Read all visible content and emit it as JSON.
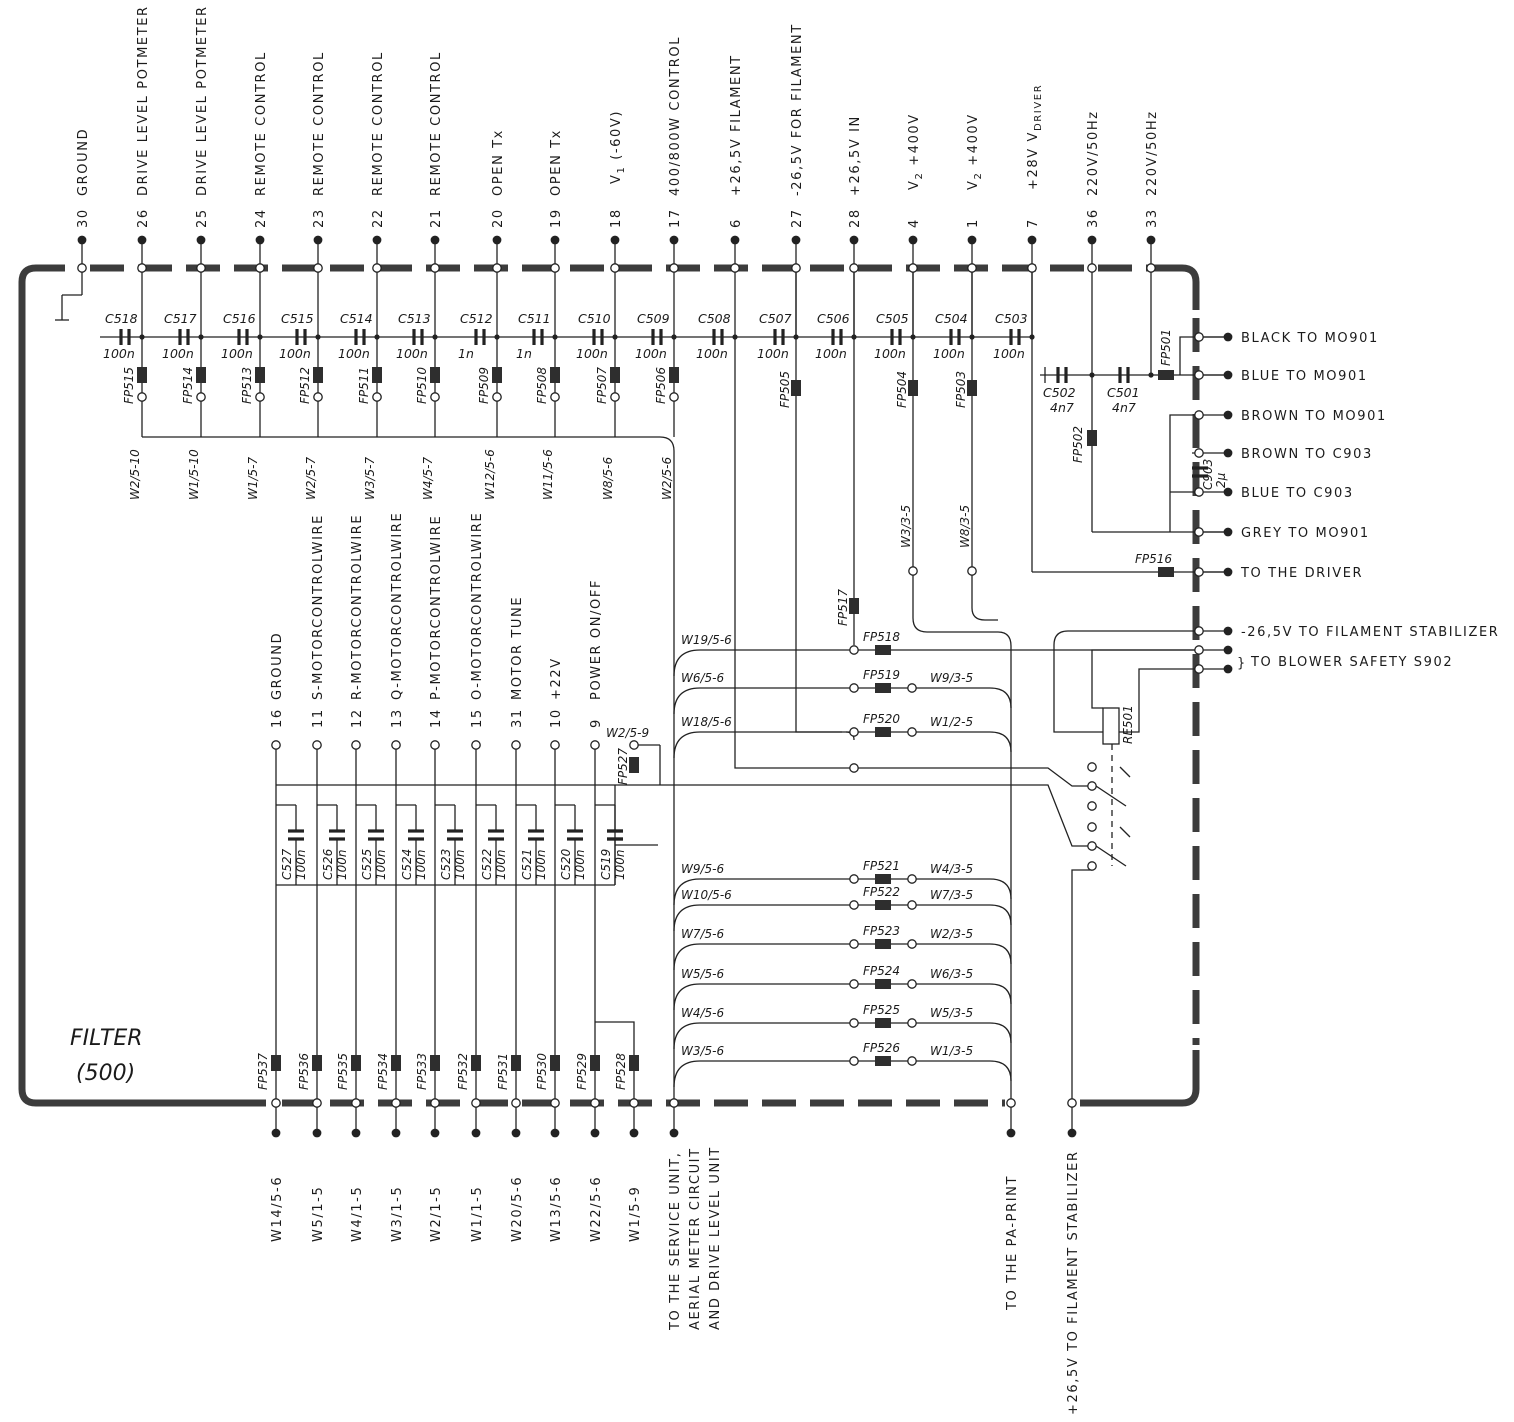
{
  "block": {
    "title": "FILTER",
    "number": "(500)"
  },
  "top_pins": [
    {
      "pin": "30",
      "label": "GROUND",
      "cap": "",
      "capval": "",
      "fp": "",
      "wire": ""
    },
    {
      "pin": "26",
      "label": "DRIVE  LEVEL  POTMETER",
      "cap": "C518",
      "capval": "100n",
      "fp": "FP515",
      "wire": "W2/5-10"
    },
    {
      "pin": "25",
      "label": "DRIVE  LEVEL  POTMETER",
      "cap": "C517",
      "capval": "100n",
      "fp": "FP514",
      "wire": "W1/5-10"
    },
    {
      "pin": "24",
      "label": "REMOTE  CONTROL",
      "cap": "C516",
      "capval": "100n",
      "fp": "FP513",
      "wire": "W1/5-7"
    },
    {
      "pin": "23",
      "label": "REMOTE  CONTROL",
      "cap": "C515",
      "capval": "100n",
      "fp": "FP512",
      "wire": "W2/5-7"
    },
    {
      "pin": "22",
      "label": "REMOTE  CONTROL",
      "cap": "C514",
      "capval": "100n",
      "fp": "FP511",
      "wire": "W3/5-7"
    },
    {
      "pin": "21",
      "label": "REMOTE  CONTROL",
      "cap": "C513",
      "capval": "100n",
      "fp": "FP510",
      "wire": "W4/5-7"
    },
    {
      "pin": "20",
      "label": "OPEN  Tx",
      "cap": "C512",
      "capval": "1n",
      "fp": "FP509",
      "wire": "W12/5-6"
    },
    {
      "pin": "19",
      "label": "OPEN  Tx",
      "cap": "C511",
      "capval": "1n",
      "fp": "FP508",
      "wire": "W11/5-6"
    },
    {
      "pin": "18",
      "label": "VG1 (-60V)",
      "cap": "C510",
      "capval": "100n",
      "fp": "FP507",
      "wire": "W8/5-6"
    },
    {
      "pin": "17",
      "label": "400/800W  CONTROL",
      "cap": "C509",
      "capval": "100n",
      "fp": "FP506",
      "wire": "W2/5-6"
    },
    {
      "pin": "6",
      "label": "+26,5V  FILAMENT",
      "cap": "C508",
      "capval": "100n",
      "fp": "",
      "wire": ""
    },
    {
      "pin": "27",
      "label": "-26,5V  FOR  FILAMENT",
      "cap": "C507",
      "capval": "100n",
      "fp": "FP505",
      "wire": ""
    },
    {
      "pin": "28",
      "label": "+26,5V  IN",
      "cap": "C506",
      "capval": "100n",
      "fp": "",
      "wire": ""
    },
    {
      "pin": "4",
      "label": "VG2  +400V",
      "cap": "C505",
      "capval": "100n",
      "fp": "FP504",
      "wire": "W3/3-5"
    },
    {
      "pin": "1",
      "label": "VG2  +400V",
      "cap": "C504",
      "capval": "100n",
      "fp": "FP503",
      "wire": "W8/3-5"
    },
    {
      "pin": "7",
      "label": "+28V  VDRIVER",
      "cap": "C503",
      "capval": "100n",
      "fp": "",
      "wire": ""
    },
    {
      "pin": "36",
      "label": "220V/50Hz",
      "cap": "C502",
      "capval": "4n7",
      "fp": "FP502",
      "wire": ""
    },
    {
      "pin": "33",
      "label": "220V/50Hz",
      "cap": "C501",
      "capval": "4n7",
      "fp": "FP501",
      "wire": ""
    }
  ],
  "right_outputs": [
    "BLACK  TO  MO901",
    "BLUE  TO  MO901",
    "BROWN  TO  MO901",
    "BROWN  TO  C903",
    "BLUE  TO  C903",
    "GREY  TO  MO901",
    "TO  THE  DRIVER",
    "-26,5V  TO  FILAMENT  STABILIZER",
    "TO  BLOWER  SAFETY  S902"
  ],
  "right_parts": {
    "fp516": "FP516",
    "c903": "C903",
    "c903val": "2μ",
    "fp517": "FP517",
    "relay": "RE501"
  },
  "mid_pins": [
    {
      "pin": "16",
      "label": "GROUND",
      "cap": "C527",
      "capval": "100n",
      "fp": "FP537",
      "bottom": "W14/5-6"
    },
    {
      "pin": "11",
      "label": "S-MOTORCONTROLWIRE",
      "cap": "C526",
      "capval": "100n",
      "fp": "FP536",
      "bottom": "W5/1-5"
    },
    {
      "pin": "12",
      "label": "R-MOTORCONTROLWIRE",
      "cap": "C525",
      "capval": "100n",
      "fp": "FP535",
      "bottom": "W4/1-5"
    },
    {
      "pin": "13",
      "label": "Q-MOTORCONTROLWIRE",
      "cap": "C524",
      "capval": "100n",
      "fp": "FP534",
      "bottom": "W3/1-5"
    },
    {
      "pin": "14",
      "label": "P-MOTORCONTROLWIRE",
      "cap": "C523",
      "capval": "100n",
      "fp": "FP533",
      "bottom": "W2/1-5"
    },
    {
      "pin": "15",
      "label": "O-MOTORCONTROLWIRE",
      "cap": "C522",
      "capval": "100n",
      "fp": "FP532",
      "bottom": "W1/1-5"
    },
    {
      "pin": "31",
      "label": "MOTOR  TUNE",
      "cap": "C521",
      "capval": "100n",
      "fp": "FP531",
      "bottom": "W20/5-6"
    },
    {
      "pin": "10",
      "label": "+22V",
      "cap": "C520",
      "capval": "100n",
      "fp": "FP530",
      "bottom": "W13/5-6"
    },
    {
      "pin": "9",
      "label": "POWER  ON/OFF",
      "cap": "C519",
      "capval": "100n",
      "fp": "FP529",
      "bottom": "W22/5-6"
    },
    {
      "pin": "",
      "label": "",
      "cap": "",
      "capval": "",
      "fp": "FP528",
      "bottom": "W1/5-9"
    }
  ],
  "fp527": {
    "fp": "FP527",
    "wire": "W2/5-9"
  },
  "pa_links": [
    {
      "left": "W19/5-6",
      "fp": "FP518",
      "right": ""
    },
    {
      "left": "W6/5-6",
      "fp": "FP519",
      "right": "W9/3-5"
    },
    {
      "left": "W18/5-6",
      "fp": "FP520",
      "right": "W1/2-5"
    },
    {
      "left": "W9/5-6",
      "fp": "FP521",
      "right": "W4/3-5"
    },
    {
      "left": "W10/5-6",
      "fp": "FP522",
      "right": "W7/3-5"
    },
    {
      "left": "W7/5-6",
      "fp": "FP523",
      "right": "W2/3-5"
    },
    {
      "left": "W5/5-6",
      "fp": "FP524",
      "right": "W6/3-5"
    },
    {
      "left": "W4/5-6",
      "fp": "FP525",
      "right": "W5/3-5"
    },
    {
      "left": "W3/5-6",
      "fp": "FP526",
      "right": "W1/3-5"
    }
  ],
  "bottom_destinations": [
    "TO  THE  SERVICE  UNIT,",
    "AERIAL  METER  CIRCUIT",
    "AND  DRIVE  LEVEL  UNIT",
    "TO  THE  PA-PRINT",
    "+26,5V  TO  FILAMENT  STABILIZER"
  ]
}
